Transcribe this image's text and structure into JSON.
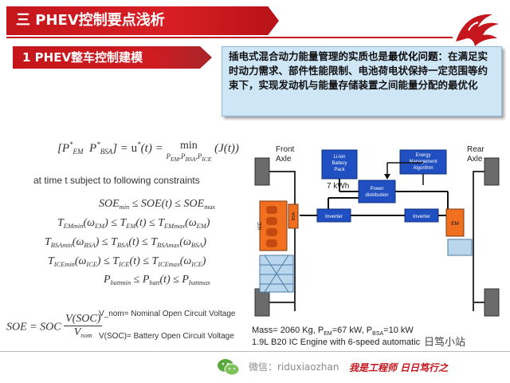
{
  "header": {
    "title": "三 PHEV控制要点浅析",
    "subtitle": "1 PHEV整车控制建模"
  },
  "callout": {
    "text_before": "插电式混合动力能量管理的实质也是",
    "highlight": "最优化问题",
    "text_after": "：在满足实时动力需求、部件性能限制、电池荷电状保持一定范围等约束下，实现发动机与能量存储装置之间能量分配的最优化"
  },
  "math": {
    "objective": "[P*EM  P*BSA] = u*(t) = min J(t)",
    "constraint_intro": "at time t subject to following constraints",
    "soe_def_nom": "V_nom= Nominal Open Circuit Voltage",
    "soe_def_soc": "V(SOC)=  Battery Open Circuit Voltage"
  },
  "diagram": {
    "front_axle": "Front\nAxle",
    "rear_axle": "Rear\nAxle",
    "battery": "Li-Ion\nBattery\nPack",
    "battery_capacity": "7 kWh",
    "ems": "Energy\nManagement\nAlgorithm",
    "power_dist": "Power\ndistribution",
    "inverter_left": "Inverter",
    "inverter_right": "Inverter",
    "ice": "ICE",
    "bsa": "BSA",
    "em": "EM"
  },
  "specs": {
    "line1": "Mass= 2060 Kg,  P_EM=67 kW,  P_BSA=10 kW",
    "line2": "1.9L B20 IC Engine with 6-speed automatic"
  },
  "footer": {
    "wechat": "微信：riduxiaozhan",
    "slogan": "我是工程师  日日笃行之",
    "watermark": "日笃小站"
  },
  "colors": {
    "accent_red": "#c4161c",
    "callout_bg": "#cfe6f7",
    "diagram_blue": "#1f4fc1",
    "engine_orange": "#f07020"
  }
}
